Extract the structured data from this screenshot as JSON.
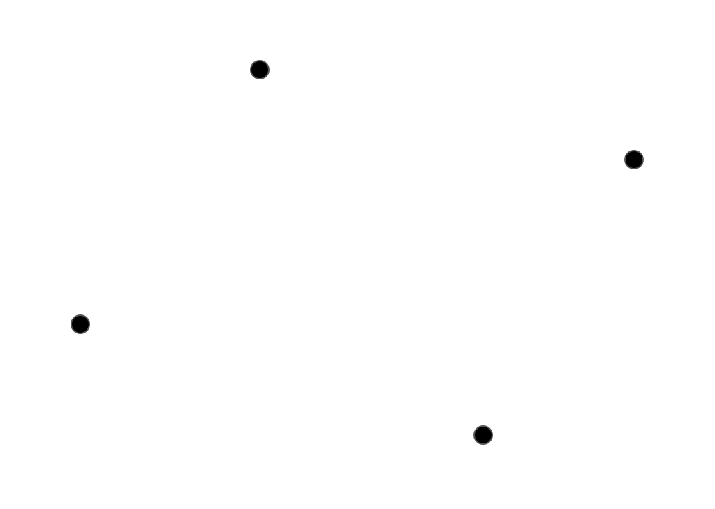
{
  "colors": {
    "background": "#ffffff",
    "dot_fill": "#000000",
    "dot_border": "#555555",
    "faint_text": "#f2f2f2"
  },
  "targets": [
    {
      "name": "target-dot-1"
    },
    {
      "name": "target-dot-2"
    },
    {
      "name": "target-dot-3"
    },
    {
      "name": "target-dot-4"
    }
  ]
}
